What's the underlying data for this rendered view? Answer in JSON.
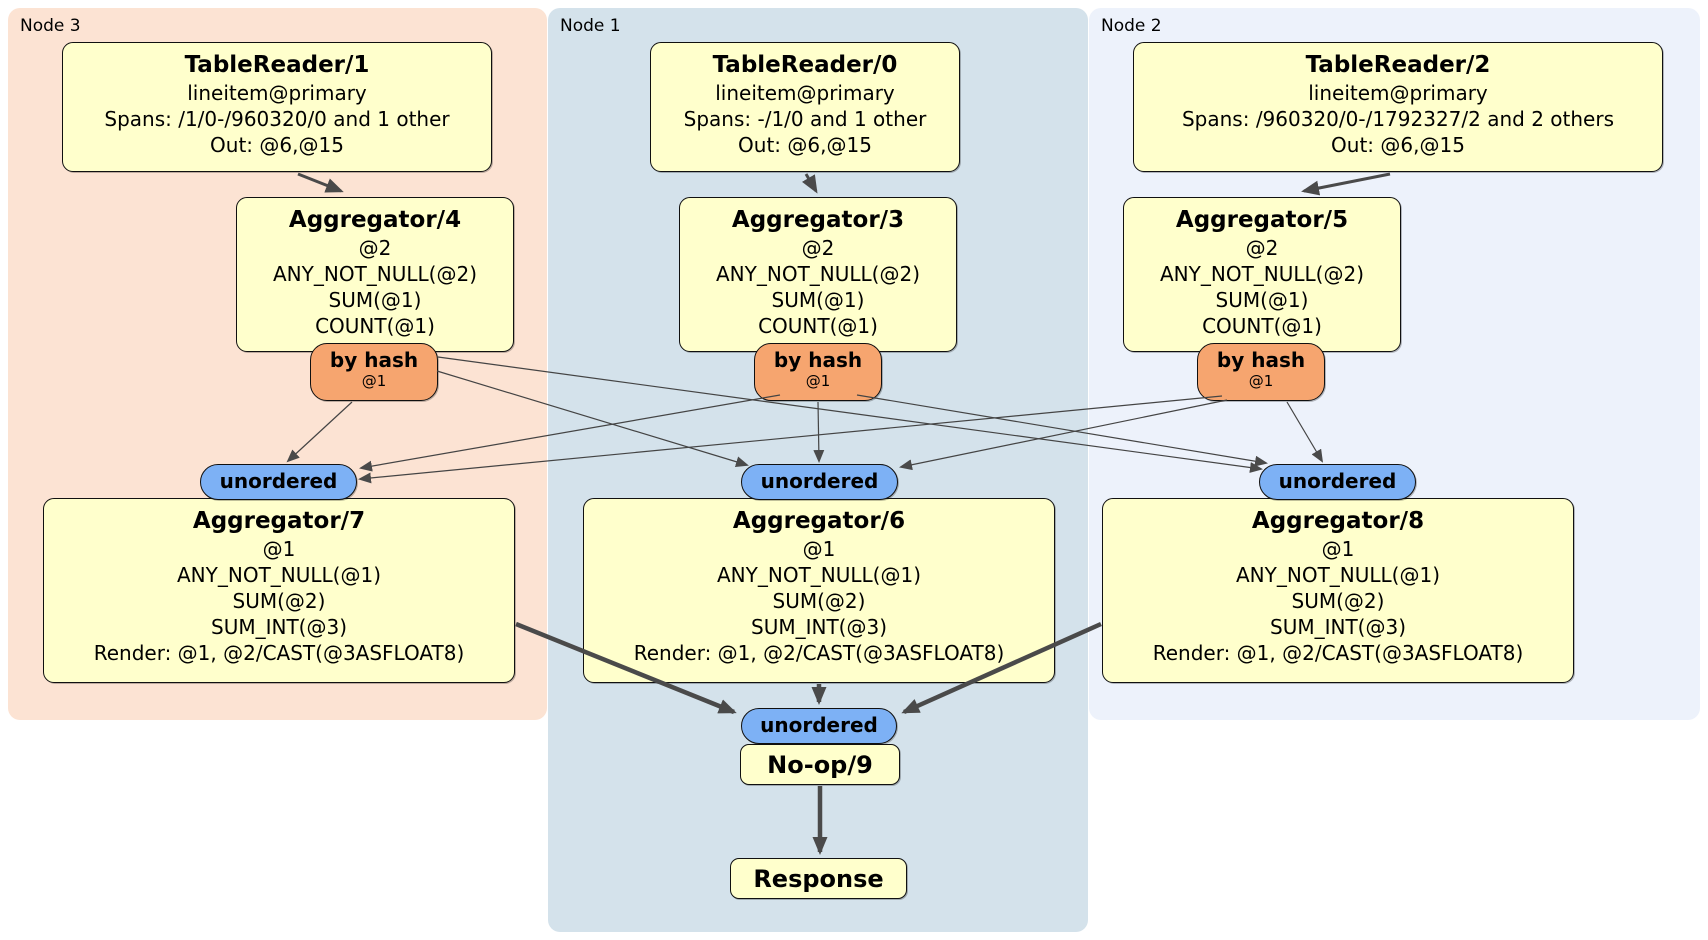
{
  "regions": {
    "node3": {
      "label": "Node 3",
      "color": "#fce3d3"
    },
    "node1": {
      "label": "Node 1",
      "color": "#d4e2eb"
    },
    "node2": {
      "label": "Node 2",
      "color": "#edf2fb"
    }
  },
  "processors": {
    "tr1": {
      "title": "TableReader/1",
      "lines": [
        "lineitem@primary",
        "Spans: /1/0-/960320/0 and 1 other",
        "Out: @6,@15"
      ]
    },
    "tr0": {
      "title": "TableReader/0",
      "lines": [
        "lineitem@primary",
        "Spans: -/1/0 and 1 other",
        "Out: @6,@15"
      ]
    },
    "tr2": {
      "title": "TableReader/2",
      "lines": [
        "lineitem@primary",
        "Spans: /960320/0-/1792327/2 and 2 others",
        "Out: @6,@15"
      ]
    },
    "agg4": {
      "title": "Aggregator/4",
      "lines": [
        "@2",
        "ANY_NOT_NULL(@2)",
        "SUM(@1)",
        "COUNT(@1)"
      ]
    },
    "agg3": {
      "title": "Aggregator/3",
      "lines": [
        "@2",
        "ANY_NOT_NULL(@2)",
        "SUM(@1)",
        "COUNT(@1)"
      ]
    },
    "agg5": {
      "title": "Aggregator/5",
      "lines": [
        "@2",
        "ANY_NOT_NULL(@2)",
        "SUM(@1)",
        "COUNT(@1)"
      ]
    },
    "agg7": {
      "title": "Aggregator/7",
      "lines": [
        "@1",
        "ANY_NOT_NULL(@1)",
        "SUM(@2)",
        "SUM_INT(@3)",
        "Render: @1, @2/CAST(@3ASFLOAT8)"
      ]
    },
    "agg6": {
      "title": "Aggregator/6",
      "lines": [
        "@1",
        "ANY_NOT_NULL(@1)",
        "SUM(@2)",
        "SUM_INT(@3)",
        "Render: @1, @2/CAST(@3ASFLOAT8)"
      ]
    },
    "agg8": {
      "title": "Aggregator/8",
      "lines": [
        "@1",
        "ANY_NOT_NULL(@1)",
        "SUM(@2)",
        "SUM_INT(@3)",
        "Render: @1, @2/CAST(@3ASFLOAT8)"
      ]
    },
    "noop": {
      "title": "No-op/9"
    },
    "response": {
      "title": "Response"
    }
  },
  "router": {
    "label": "by hash",
    "sub": "@1"
  },
  "sync": {
    "label": "unordered"
  },
  "colors": {
    "processor_fill": "#ffffcc",
    "router_fill": "#f6a56f",
    "sync_fill": "#7db1f5",
    "edge": "#4a4a4a"
  }
}
